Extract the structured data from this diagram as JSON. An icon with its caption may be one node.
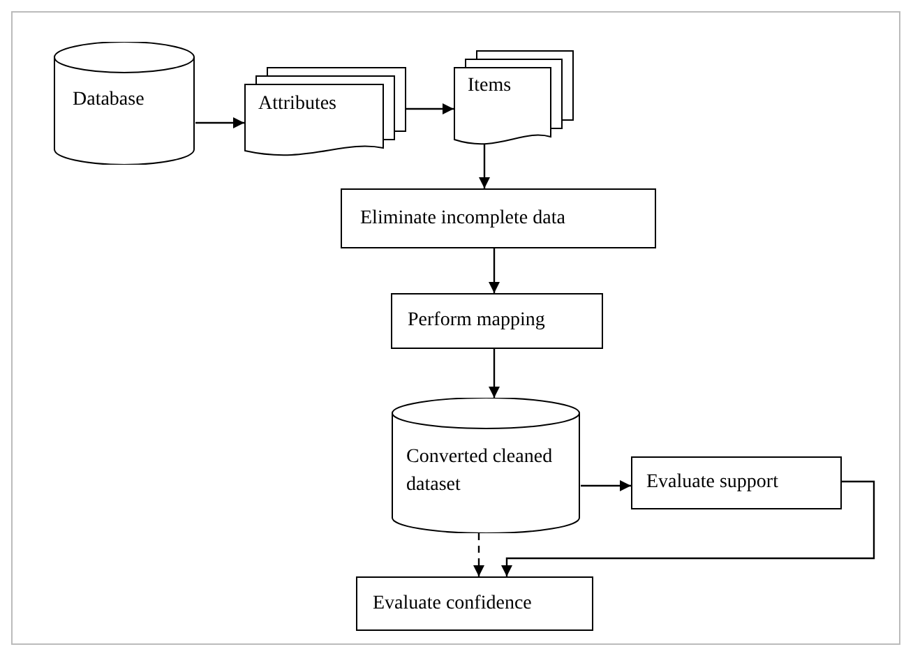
{
  "diagram": {
    "nodes": [
      {
        "text": [
          "Database"
        ]
      },
      {
        "text": [
          "Attributes"
        ]
      },
      {
        "text": [
          "Items"
        ]
      },
      {
        "text": [
          "Eliminate incomplete data"
        ]
      },
      {
        "text": [
          "Perform mapping"
        ]
      },
      {
        "text": [
          "Converted cleaned dataset"
        ]
      },
      {
        "text": [
          "Evaluate support"
        ]
      },
      {
        "text": [
          "Evaluate confidence"
        ]
      }
    ],
    "edges": [
      {
        "from": 0,
        "to": 1,
        "arrow": "to"
      },
      {
        "from": 1,
        "to": 2,
        "arrow": "to"
      },
      {
        "from": 2,
        "to": 3,
        "arrow": "to"
      },
      {
        "from": 3,
        "to": 4,
        "arrow": "to"
      },
      {
        "from": 4,
        "to": 5,
        "arrow": "to"
      },
      {
        "from": 5,
        "to": 6,
        "arrow": "to"
      },
      {
        "from": 5,
        "to": 7,
        "arrow": "to",
        "style": "dashed"
      },
      {
        "from": 6,
        "to": 7,
        "arrow": "to"
      }
    ]
  }
}
